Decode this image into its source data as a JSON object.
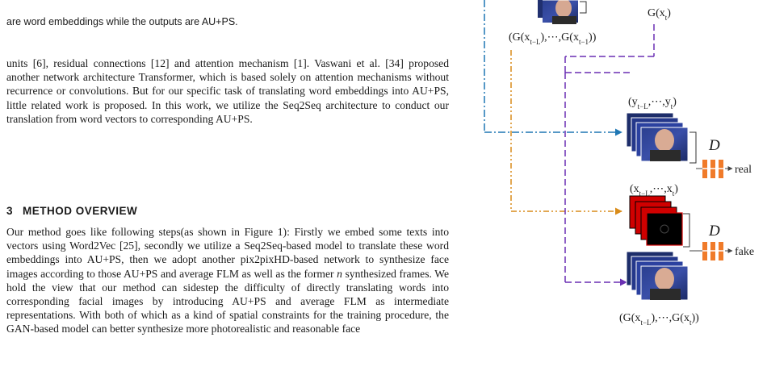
{
  "caption": {
    "line2": "are word embeddings while the outputs are AU+PS."
  },
  "paragraph1": "units [6], residual connections [12] and attention mechanism [1]. Vaswani et al. [34] proposed another network architecture Transformer, which is based solely on attention mechanisms without recurrence or convolutions. But for our specific task of translating word embeddings into AU+PS, little related work is proposed. In this work, we utilize the Seq2Seq architecture to conduct our translation from word vectors to corresponding AU+PS.",
  "section": {
    "number": "3",
    "title": "METHOD OVERVIEW"
  },
  "paragraph2": {
    "before_n": "Our method goes like following steps(as shown in Figure 1): Firstly we embed some texts into vectors using Word2Vec [25], secondly we utilize a Seq2Seq-based model to translate these word embeddings into AU+PS, then we adopt another pix2pixHD-based network to synthesize face images according to those AU+PS and average FLM as well as the former ",
    "n": "n",
    "after_n": " synthesized frames. We hold the view that our method can sidestep the difficulty of directly translating words into corresponding facial images by introducing AU+PS and average FLM as intermediate representations. With both of which as a kind of spatial constraints for the training procedure, the GAN-based model can better synthesize more photorealistic and reasonable face"
  },
  "figure": {
    "colors": {
      "blue": "#1f77b4",
      "orange": "#d98c1a",
      "purple": "#6a2fb3",
      "disc": "#f07b2a",
      "red": "#d00000"
    },
    "math": {
      "g_prev_seq": "(G(x_{t−L}),⋯,G(x_{t−1}))",
      "g_xt": "G(x_t)",
      "y_seq": "(y_{t−L},⋯,y_t)",
      "x_seq": "(x_{t−L},⋯,x_t)",
      "g_seq": "(G(x_{t−L}),⋯,G(x_t))"
    },
    "disc_label_1": "D",
    "disc_label_2": "D",
    "real_label": "real",
    "fake_label": "fake"
  }
}
